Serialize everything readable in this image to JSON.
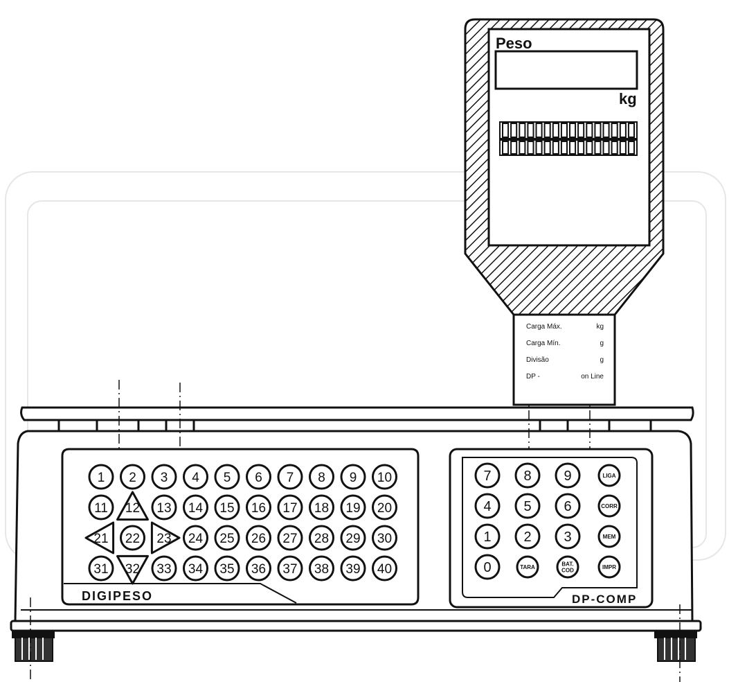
{
  "display": {
    "peso_label": "Peso",
    "unit_label": "kg"
  },
  "info_plate": {
    "rows": [
      {
        "label": "Carga Máx.",
        "unit": "kg"
      },
      {
        "label": "Carga Mín.",
        "unit": "g"
      },
      {
        "label": "Divisão",
        "unit": "g"
      },
      {
        "label": "DP -",
        "unit": "on Line"
      }
    ]
  },
  "left_panel": {
    "brand": "DIGIPESO",
    "keys": [
      {
        "label": "1",
        "shape": "circle"
      },
      {
        "label": "2",
        "shape": "circle"
      },
      {
        "label": "3",
        "shape": "circle"
      },
      {
        "label": "4",
        "shape": "circle"
      },
      {
        "label": "5",
        "shape": "circle"
      },
      {
        "label": "6",
        "shape": "circle"
      },
      {
        "label": "7",
        "shape": "circle"
      },
      {
        "label": "8",
        "shape": "circle"
      },
      {
        "label": "9",
        "shape": "circle"
      },
      {
        "label": "10",
        "shape": "circle"
      },
      {
        "label": "11",
        "shape": "circle"
      },
      {
        "label": "12",
        "shape": "triangle-up"
      },
      {
        "label": "13",
        "shape": "circle"
      },
      {
        "label": "14",
        "shape": "circle"
      },
      {
        "label": "15",
        "shape": "circle"
      },
      {
        "label": "16",
        "shape": "circle"
      },
      {
        "label": "17",
        "shape": "circle"
      },
      {
        "label": "18",
        "shape": "circle"
      },
      {
        "label": "19",
        "shape": "circle"
      },
      {
        "label": "20",
        "shape": "circle"
      },
      {
        "label": "21",
        "shape": "triangle-left"
      },
      {
        "label": "22",
        "shape": "circle"
      },
      {
        "label": "23",
        "shape": "triangle-right"
      },
      {
        "label": "24",
        "shape": "circle"
      },
      {
        "label": "25",
        "shape": "circle"
      },
      {
        "label": "26",
        "shape": "circle"
      },
      {
        "label": "27",
        "shape": "circle"
      },
      {
        "label": "28",
        "shape": "circle"
      },
      {
        "label": "29",
        "shape": "circle"
      },
      {
        "label": "30",
        "shape": "circle"
      },
      {
        "label": "31",
        "shape": "circle"
      },
      {
        "label": "32",
        "shape": "triangle-down"
      },
      {
        "label": "33",
        "shape": "circle"
      },
      {
        "label": "34",
        "shape": "circle"
      },
      {
        "label": "35",
        "shape": "circle"
      },
      {
        "label": "36",
        "shape": "circle"
      },
      {
        "label": "37",
        "shape": "circle"
      },
      {
        "label": "38",
        "shape": "circle"
      },
      {
        "label": "39",
        "shape": "circle"
      },
      {
        "label": "40",
        "shape": "circle"
      }
    ]
  },
  "right_panel": {
    "brand": "DP-COMP",
    "keys": [
      {
        "label": "7",
        "size": "large"
      },
      {
        "label": "8",
        "size": "large"
      },
      {
        "label": "9",
        "size": "large"
      },
      {
        "label": "LIGA",
        "size": "small"
      },
      {
        "label": "4",
        "size": "large"
      },
      {
        "label": "5",
        "size": "large"
      },
      {
        "label": "6",
        "size": "large"
      },
      {
        "label": "CORR",
        "size": "small"
      },
      {
        "label": "1",
        "size": "large"
      },
      {
        "label": "2",
        "size": "large"
      },
      {
        "label": "3",
        "size": "large"
      },
      {
        "label": "MEM",
        "size": "small"
      },
      {
        "label": "0",
        "size": "large"
      },
      {
        "label": "TARA",
        "size": "small"
      },
      {
        "label": "BAT. COD",
        "size": "small"
      },
      {
        "label": "IMPR",
        "size": "small"
      }
    ]
  }
}
